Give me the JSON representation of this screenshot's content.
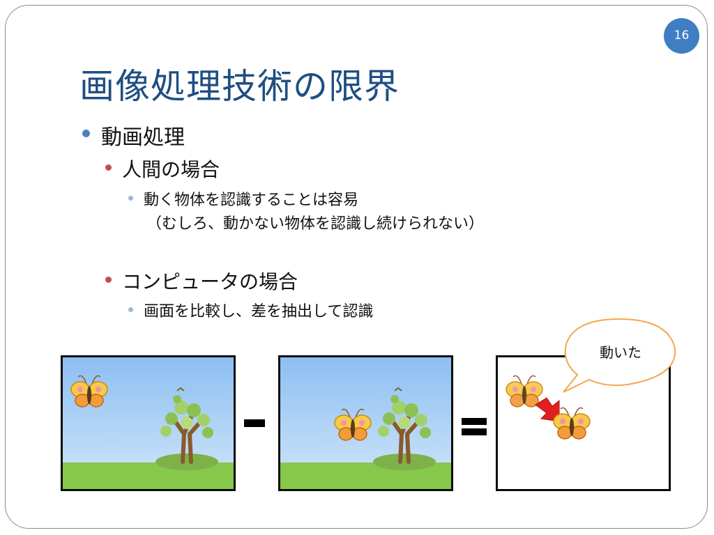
{
  "slide": {
    "number": "16",
    "title": "画像処理技術の限界"
  },
  "content": {
    "b1": "動画処理",
    "b2_human": "人間の場合",
    "b3_human_1": "動く物体を認識することは容易",
    "b3_human_2": "（むしろ、動かない物体を認識し続けられない）",
    "b2_computer": "コンピュータの場合",
    "b3_computer": "画面を比較し、差を抽出して認識"
  },
  "diagram": {
    "callout": "動いた"
  },
  "colors": {
    "title": "#1f4e82",
    "bullet_level1": "#4f81bd",
    "bullet_level2": "#c0504d",
    "bullet_level3": "#9fb7d8",
    "badge": "#3f7ec2",
    "callout_border": "#f3a74a",
    "arrow": "#e02020"
  }
}
